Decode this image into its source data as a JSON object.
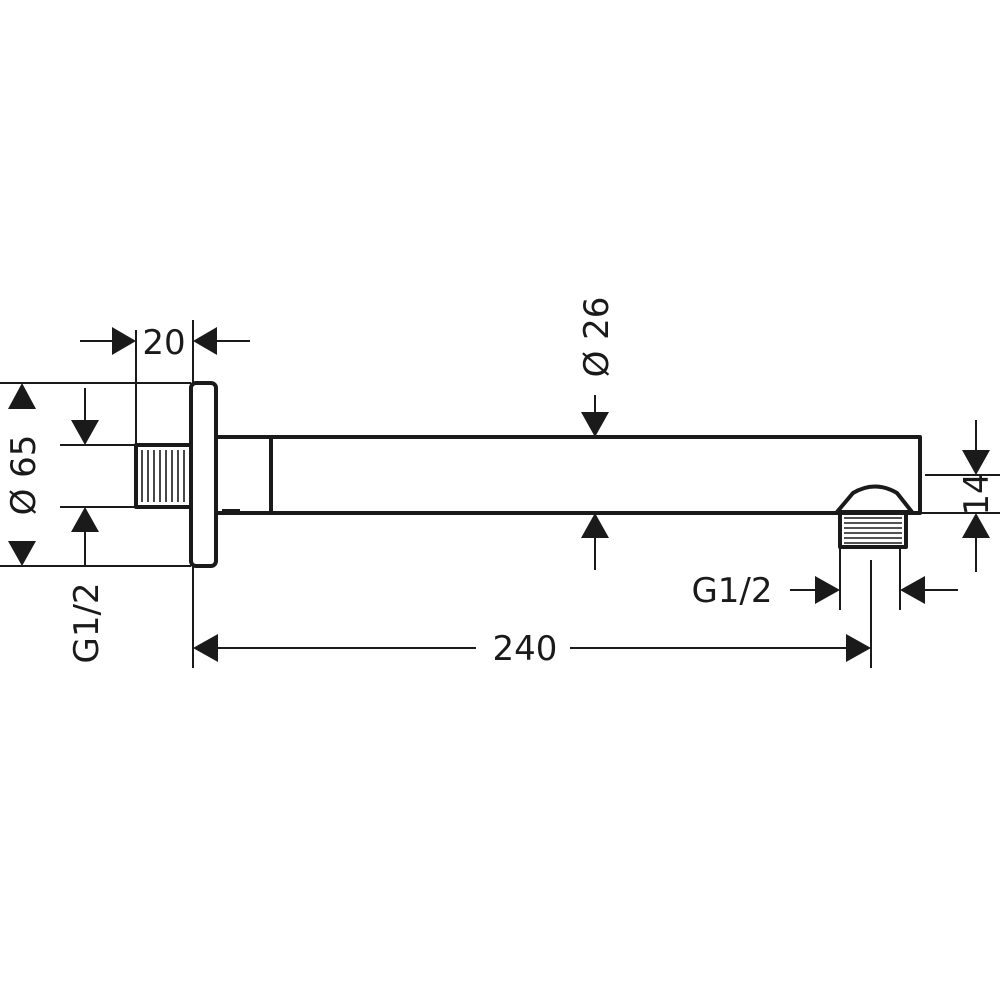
{
  "drawing": {
    "dimensions": {
      "flange_thickness": "20",
      "flange_diameter": "Ø 65",
      "arm_diameter": "Ø 26",
      "wall_thread": "G1/2",
      "outlet_thread": "G1/2",
      "arm_length": "240",
      "outlet_offset": "14"
    }
  }
}
